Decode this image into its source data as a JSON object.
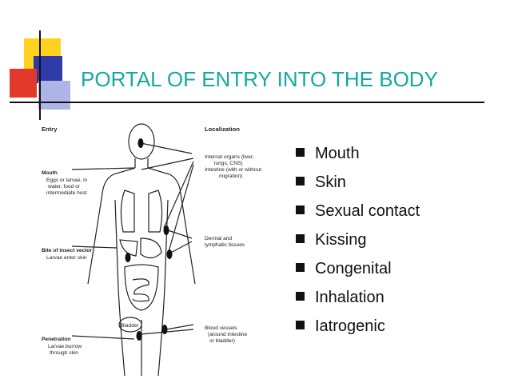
{
  "slide": {
    "title": "PORTAL OF ENTRY INTO THE BODY",
    "accent_color": "#14a9a3",
    "decor_colors": [
      "#ffd21e",
      "#2f3ba8",
      "#e23a2a",
      "#aeb4e6"
    ]
  },
  "figure": {
    "entry_heading": "Entry",
    "localization_heading": "Localization",
    "entries": [
      {
        "title": "Mouth",
        "lines": [
          "Eggs or larvae, in",
          "water, food or",
          "intermediate host"
        ]
      },
      {
        "title": "Bite of insect vector",
        "lines": [
          "Larvae enter skin"
        ]
      },
      {
        "title": "Penetration",
        "lines": [
          "Larvae burrow",
          "through skin"
        ]
      }
    ],
    "localizations": [
      {
        "lines": [
          "Internal organs (liver,",
          "lungs, CNS)",
          "Intestine (with or without",
          "migration)"
        ]
      },
      {
        "lines": [
          "Dermal and",
          "lymphatic tissues"
        ]
      },
      {
        "lines": [
          "Blood vessels",
          "(around intestine",
          "or bladder)"
        ]
      }
    ],
    "bladder_label": "Bladder"
  },
  "bullets": {
    "icon": "square-bullet-icon",
    "items": [
      "Mouth",
      "Skin",
      "Sexual contact",
      "Kissing",
      "Congenital",
      "Inhalation",
      "Iatrogenic"
    ]
  }
}
